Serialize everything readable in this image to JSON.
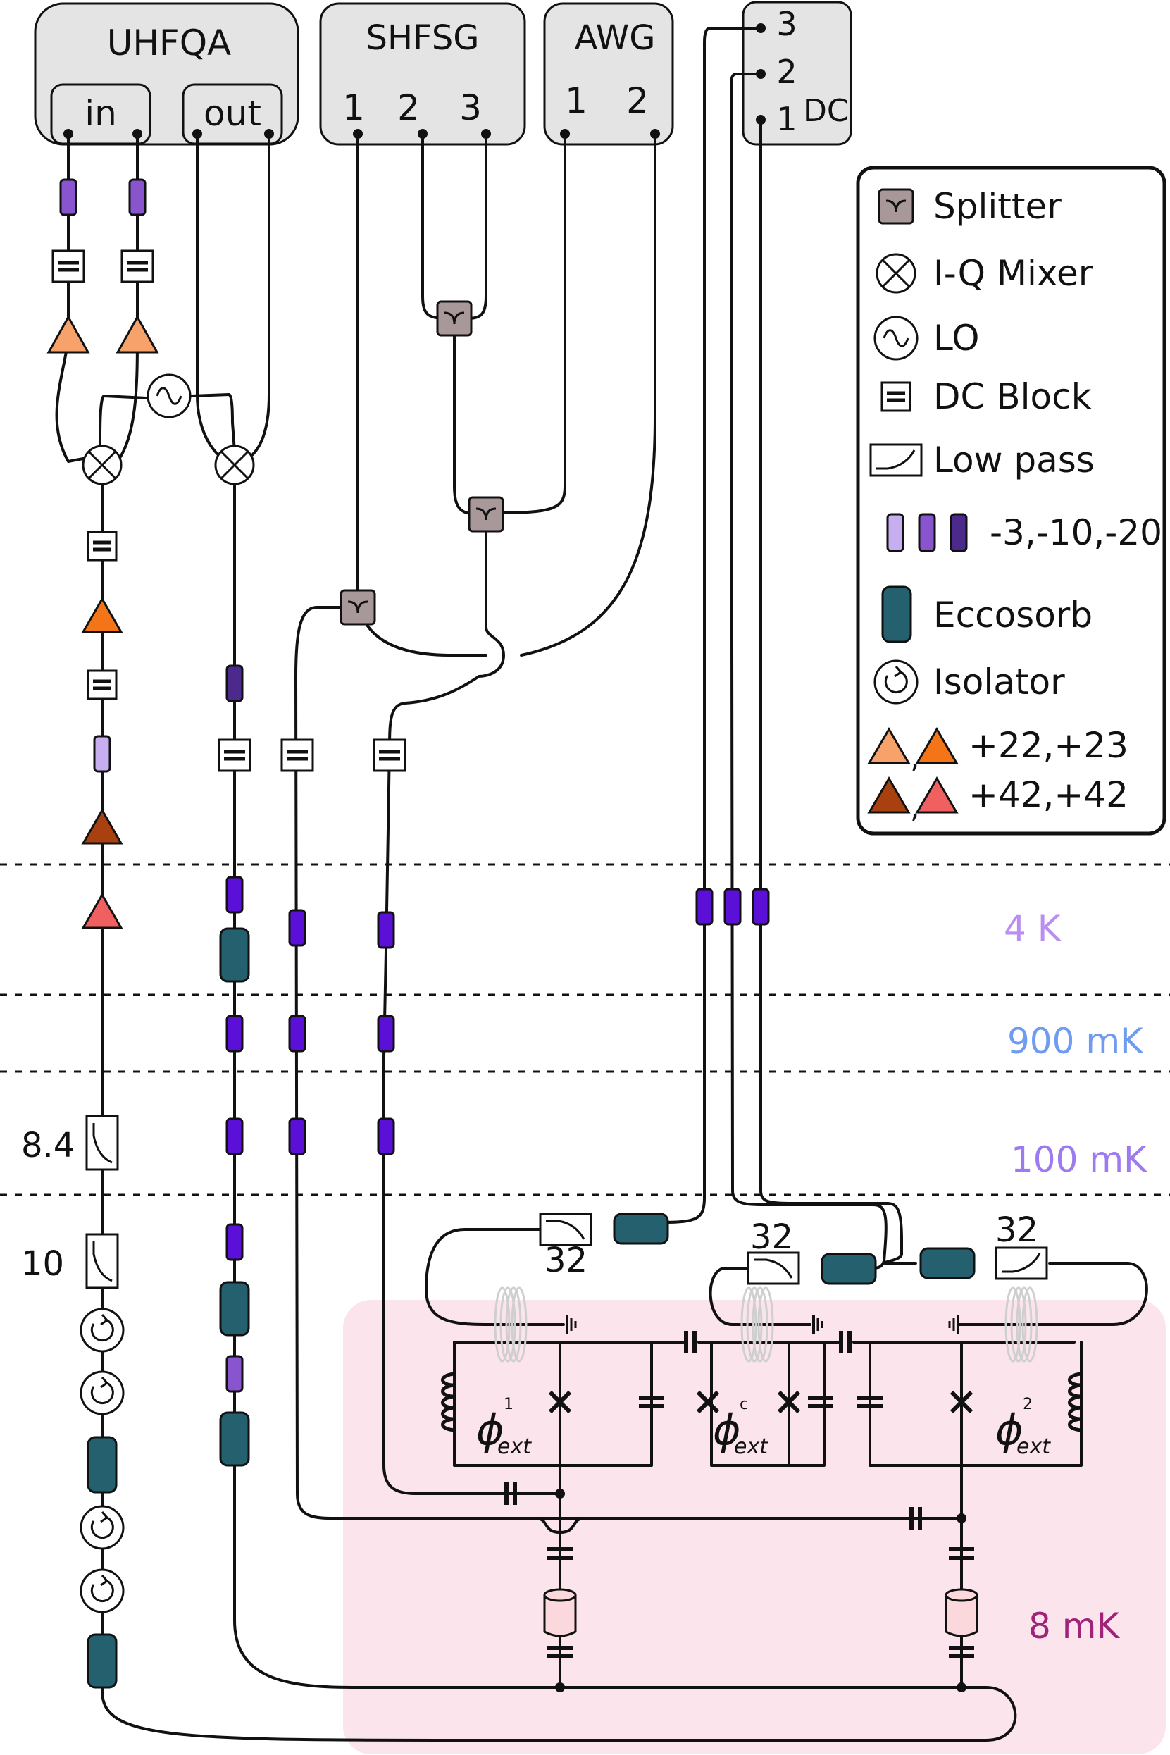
{
  "instruments": {
    "uhfqa": {
      "title": "UHFQA",
      "in_label": "in",
      "out_label": "out"
    },
    "shfsg": {
      "title": "SHFSG",
      "ports": [
        "1",
        "2",
        "3"
      ]
    },
    "awg": {
      "title": "AWG",
      "ports": [
        "1",
        "2"
      ]
    },
    "dc": {
      "title": "DC",
      "ports": [
        "3",
        "2",
        "1"
      ]
    }
  },
  "legend": {
    "splitter": "Splitter",
    "mixer": "I-Q Mixer",
    "lo": "LO",
    "dc_block": "DC Block",
    "low_pass": "Low pass",
    "attenuators": "-3,-10,-20",
    "eccosorb": "Eccosorb",
    "isolator": "Isolator",
    "amp_row1_sep": ",",
    "amp_row1": "+22,+23",
    "amp_row2_sep": ",",
    "amp_row2": "+42,+42"
  },
  "stages": {
    "s4k": "4 K",
    "s900": "900 mK",
    "s100": "100 mK",
    "s8": "8 mK"
  },
  "filters": {
    "lp1": "8.4",
    "lp2": "10",
    "lp_flux1": "32",
    "lp_flux_c": "32",
    "lp_flux2": "32"
  },
  "circuit": {
    "phi_symbol": "ϕ",
    "phi_sub": "ext",
    "phi1_sup": "1",
    "phic_sup": "c",
    "phi2_sup": "2"
  },
  "colors": {
    "stage_4k": "#b98ef0",
    "stage_900": "#6f9cf0",
    "stage_100": "#9d7af0",
    "stage_8": "#a0237a",
    "att3": "#c7aef0",
    "att10": "#8855cf",
    "att20": "#4b2a8c",
    "att_cold": "#5a10d6",
    "eccosorb": "#24606e",
    "splitter": "#a8989a",
    "amp22": "#f6a26a",
    "amp23": "#f47418",
    "amp42a": "#a8410f",
    "amp42b": "#f06060",
    "mxc_zone": "#fbe4ec"
  }
}
